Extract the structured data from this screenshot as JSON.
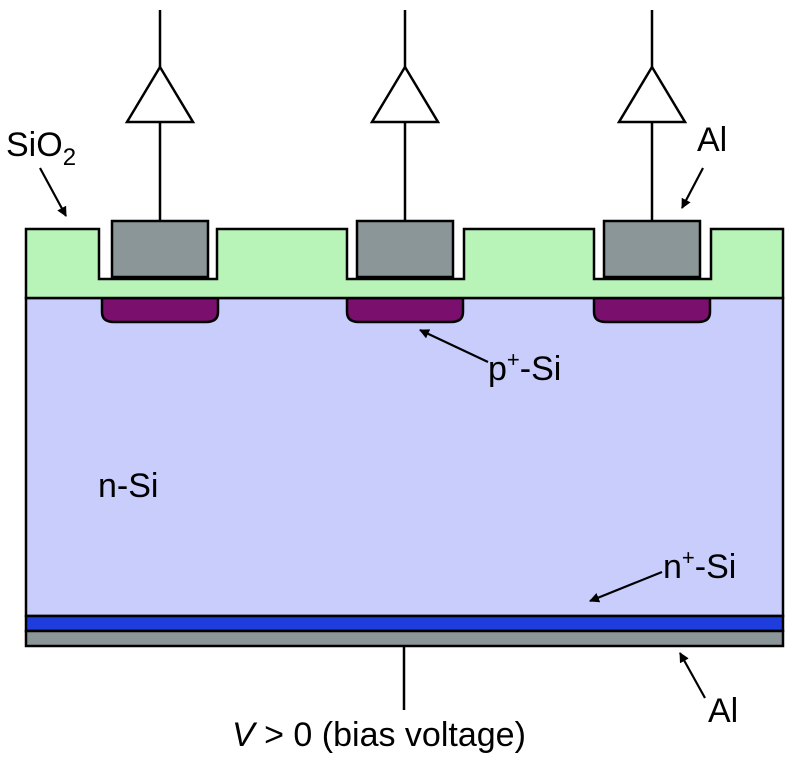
{
  "colors": {
    "oxide": "#b8f4b8",
    "bulk": "#c8cdfb",
    "metal": "#8a9698",
    "p_implant": "#7a0f6e",
    "n_implant": "#1e3ddc",
    "outline": "#000000"
  },
  "icons": {
    "readout": "triangle-amplifier-icon",
    "arrow": "arrow-pointer-icon"
  },
  "labels": {
    "oxide": {
      "main": "SiO",
      "sub": "2"
    },
    "al_top": "Al",
    "p_implant": {
      "pre": "p",
      "sup": "+",
      "post": "-Si"
    },
    "bulk": "n-Si",
    "n_implant": {
      "pre": "n",
      "sup": "+",
      "post": "-Si"
    },
    "al_bottom": "Al",
    "bias": {
      "var": "V",
      "rest": " > 0 (bias voltage)"
    }
  },
  "strips": [
    {
      "id": "strip-1"
    },
    {
      "id": "strip-2"
    },
    {
      "id": "strip-3"
    }
  ]
}
